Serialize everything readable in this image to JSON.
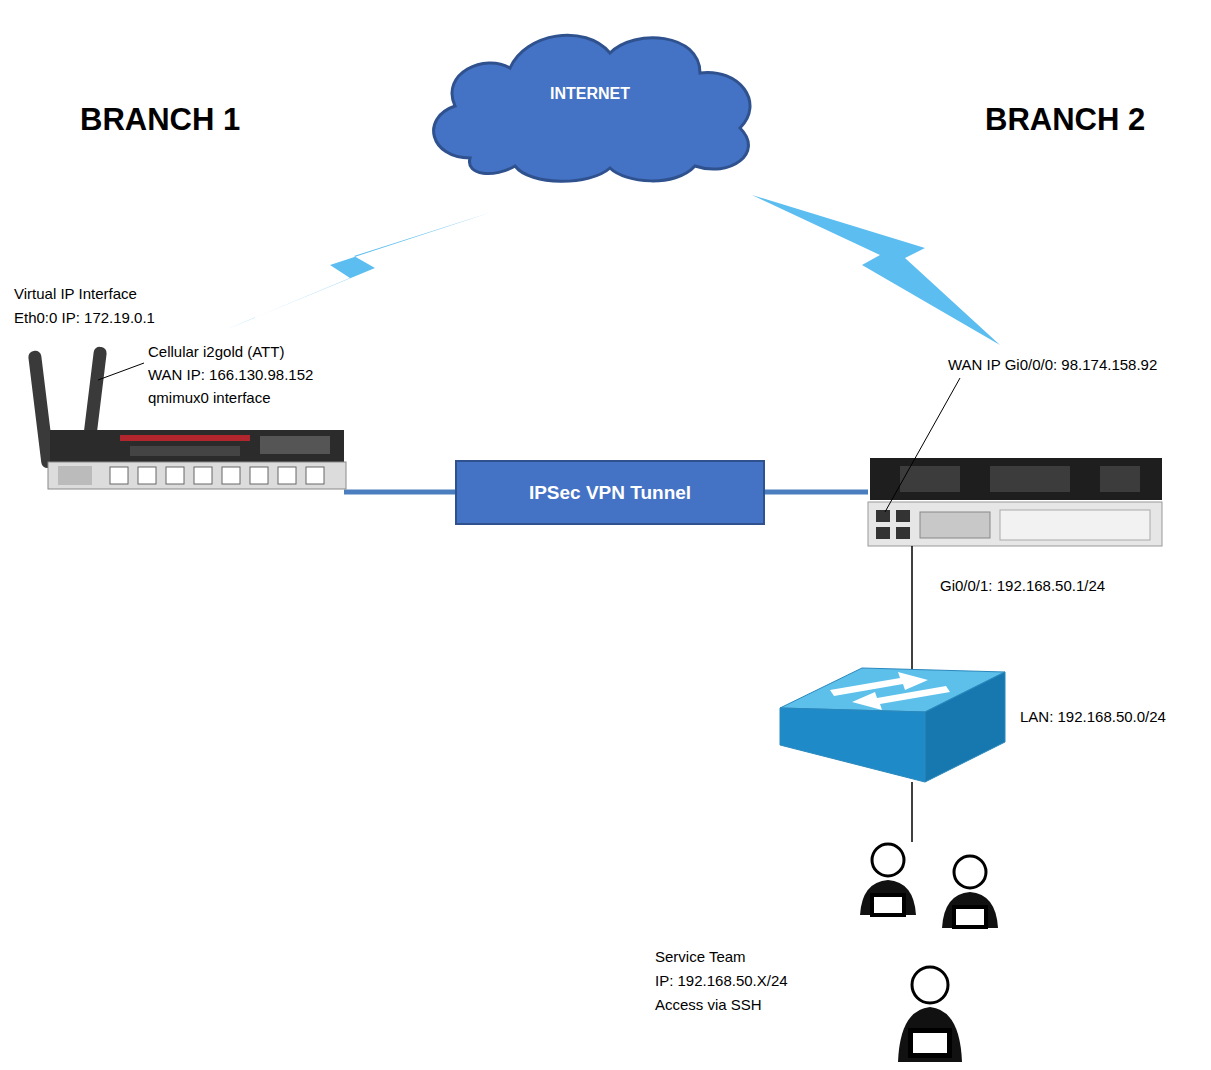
{
  "diagram": {
    "nodes": [
      {
        "text": [
          "INTERNET"
        ]
      },
      {
        "text": [
          "IPSec VPN Tunnel"
        ]
      }
    ],
    "labels": [
      "BRANCH 1",
      "BRANCH 2",
      "Virtual IP Interface",
      "Eth0:0 IP: 172.19.0.1",
      "Cellular i2gold (ATT)",
      "WAN IP: 166.130.98.152",
      "qmimux0 interface",
      "WAN IP Gi0/0/0: 98.174.158.92",
      "Gi0/0/1: 192.168.50.1/24",
      "LAN: 192.168.50.0/24",
      "Service Team",
      "IP: 192.168.50.X/24",
      "Access via SSH"
    ]
  }
}
